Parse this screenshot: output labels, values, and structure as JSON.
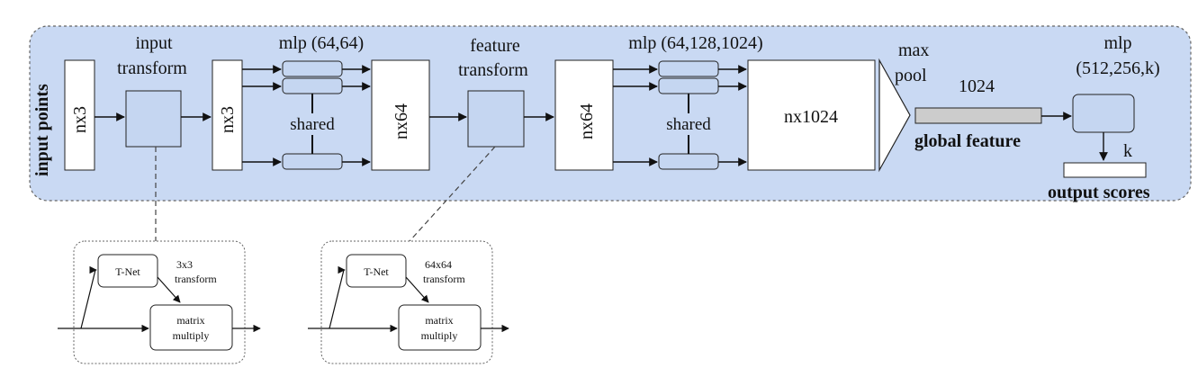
{
  "main": {
    "input_points": "input points",
    "nx3_a": "nx3",
    "input_transform_l1": "input",
    "input_transform_l2": "transform",
    "nx3_b": "nx3",
    "mlp1": "mlp (64,64)",
    "shared1": "shared",
    "nx64_a": "nx64",
    "feature_transform_l1": "feature",
    "feature_transform_l2": "transform",
    "nx64_b": "nx64",
    "mlp2": "mlp (64,128,1024)",
    "shared2": "shared",
    "nx1024": "nx1024",
    "max": "max",
    "pool": "pool",
    "dim_1024": "1024",
    "global_feature": "global feature",
    "mlp3_l1": "mlp",
    "mlp3_l2": "(512,256,k)",
    "k": "k",
    "output_scores": "output scores"
  },
  "tnet_input": {
    "tnet": "T-Net",
    "transform_l1": "3x3",
    "transform_l2": "transform",
    "matrix_l1": "matrix",
    "matrix_l2": "multiply"
  },
  "tnet_feature": {
    "tnet": "T-Net",
    "transform_l1": "64x64",
    "transform_l2": "transform",
    "matrix_l1": "matrix",
    "matrix_l2": "multiply"
  },
  "colors": {
    "panel_fill": "#c9d9f3",
    "box_fill": "#c5d6f1",
    "global_feature_fill": "#cccccc"
  }
}
